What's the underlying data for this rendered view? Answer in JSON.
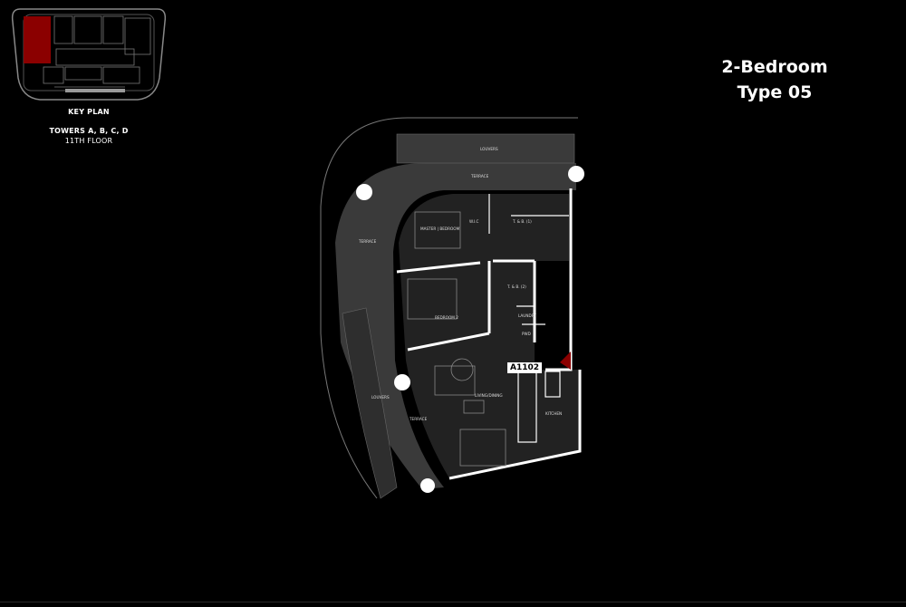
{
  "key_plan": {
    "title": "KEY PLAN",
    "towers": "TOWERS A, B, C, D",
    "floor": "11TH FLOOR"
  },
  "unit": {
    "type_line1": "2-Bedroom",
    "type_line2": "Type 05",
    "unit_number": "A1102"
  },
  "plan_labels": {
    "louvers_top": "LOUVERS",
    "terrace_top": "TERRACE",
    "terrace_left": "TERRACE",
    "louvers_left": "LOUVERS",
    "terrace_bottom": "TERRACE",
    "master_bedroom": "MASTER | BEDROOM",
    "wic": "W.I.C",
    "bath_1": "T. & B. (1)",
    "bedroom_2": "BEDROOM 2",
    "bath_2": "T. & B. (2)",
    "laundry": "LAUNDRY",
    "powder": "PWD",
    "living_dining": "LIVING/DINING",
    "kitchen": "KITCHEN"
  },
  "colors": {
    "background": "#000000",
    "plan_fill": "#3a3a3a",
    "wall": "#ffffff",
    "highlight": "#8b0000"
  }
}
